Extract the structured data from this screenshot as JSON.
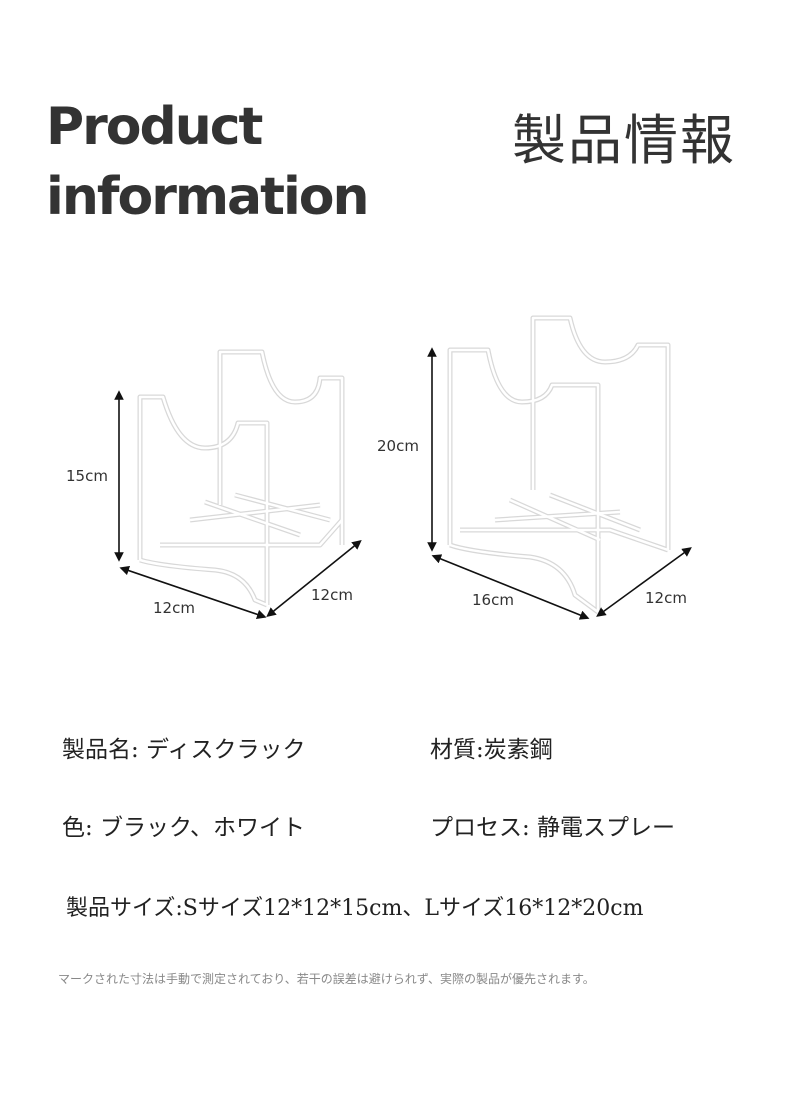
{
  "header": {
    "title_en_line1": "Product",
    "title_en_line2": "information",
    "title_jp": "製品情報"
  },
  "diagram": {
    "small": {
      "height": "15cm",
      "width": "12cm",
      "depth": "12cm"
    },
    "large": {
      "height": "20cm",
      "width": "16cm",
      "depth": "12cm"
    }
  },
  "specs": {
    "name": "製品名: ディスクラック",
    "material": "材質:炭素鋼",
    "color": "色: ブラック、ホワイト",
    "process": "プロセス: 静電スプレー",
    "size": "製品サイズ:Sサイズ12*12*15cm、Lサイズ16*12*20cm"
  },
  "note": "マークされた寸法は手動で測定されており、若干の誤差は避けられず、実際の製品が優先されます。"
}
